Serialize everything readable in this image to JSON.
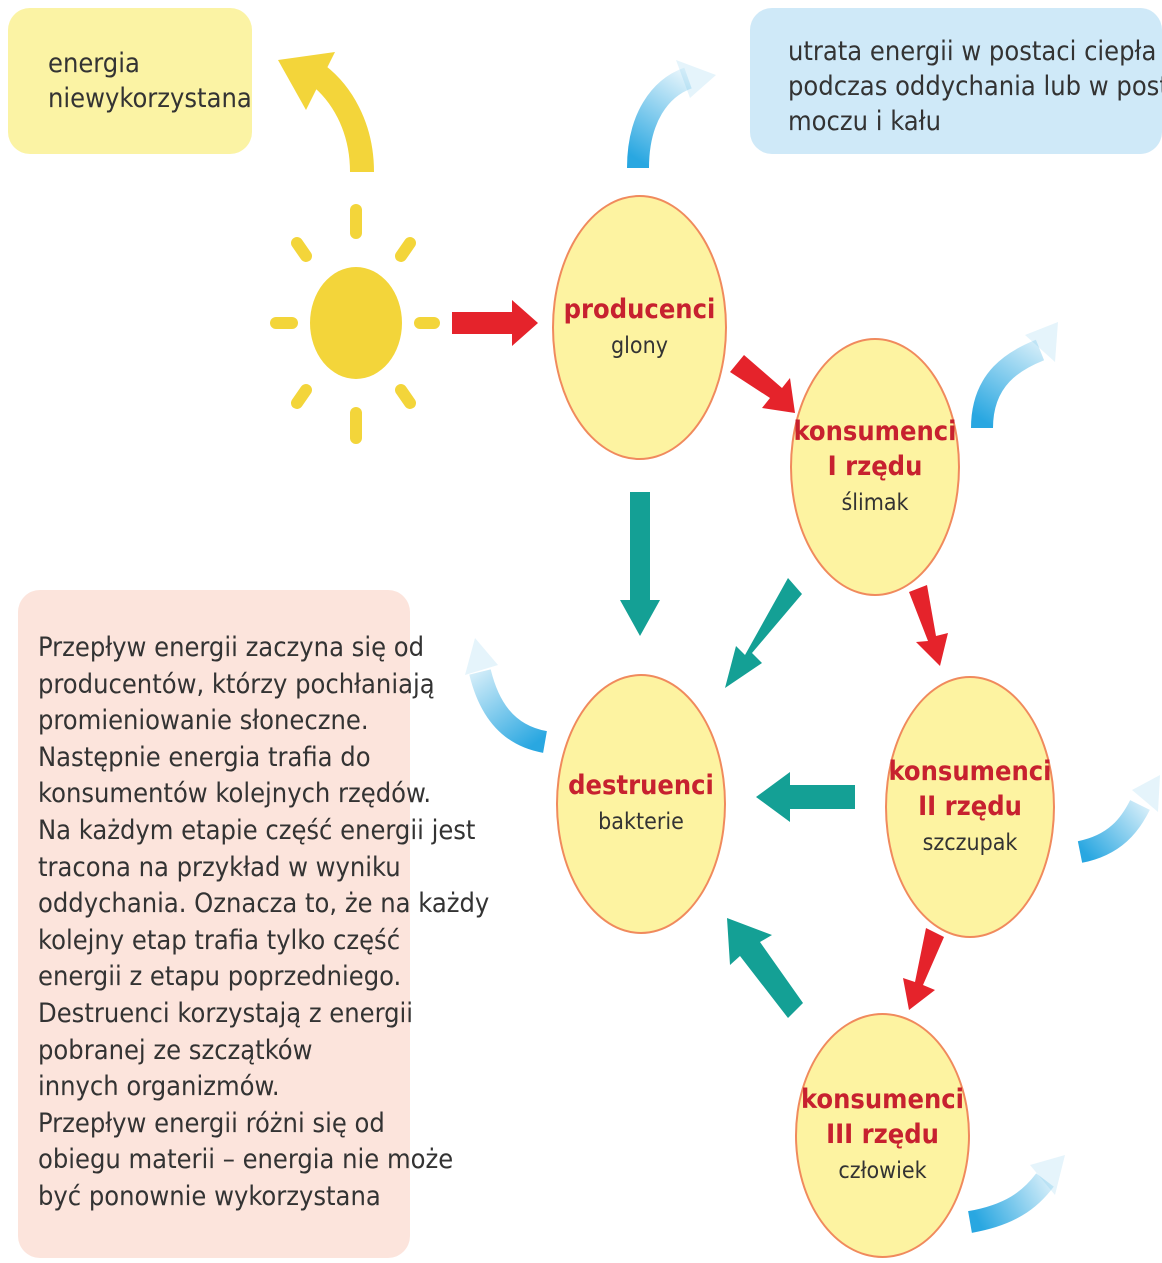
{
  "colors": {
    "sun": "#f3d53a",
    "flow_arrow": "#e5232b",
    "decomposition_arrow": "#14a095",
    "heat_loss_arrow": "#29a7e1",
    "unused_arrow": "#f3d53a",
    "node_fill": "#fdf3a1",
    "node_border": "#f08a5d",
    "title_text": "#c7212f"
  },
  "unused_energy": {
    "lines": [
      "energia",
      "niewykorzystana"
    ]
  },
  "energy_loss": {
    "lines": [
      "utrata energii w postaci ciepła",
      "podczas oddychania lub w postaci",
      "moczu i kału"
    ]
  },
  "nodes": {
    "producers": {
      "title": "producenci",
      "example": "glony"
    },
    "consumers1": {
      "title_line1": "konsumenci",
      "title_line2": "I rzędu",
      "example": "ślimak"
    },
    "consumers2": {
      "title_line1": "konsumenci",
      "title_line2": "II rzędu",
      "example": "szczupak"
    },
    "consumers3": {
      "title_line1": "konsumenci",
      "title_line2": "III rzędu",
      "example": "człowiek"
    },
    "decomposers": {
      "title": "destruenci",
      "example": "bakterie"
    }
  },
  "description": {
    "lines": [
      "Przepływ energii zaczyna się od",
      "producentów, którzy pochłaniają",
      "promieniowanie słoneczne.",
      "Następnie energia trafia do",
      "konsumentów kolejnych rzędów.",
      "Na każdym etapie część energii jest",
      "tracona na przykład w wyniku",
      "oddychania. Oznacza to, że na każdy",
      "kolejny etap trafia tylko część",
      "energii z etapu poprzedniego.",
      "Destruenci korzystają z energii",
      "pobranej ze szczątków",
      "innych organizmów.",
      "Przepływ energii różni się od",
      "obiegu materii – energia nie może",
      "być ponownie wykorzystana"
    ]
  }
}
